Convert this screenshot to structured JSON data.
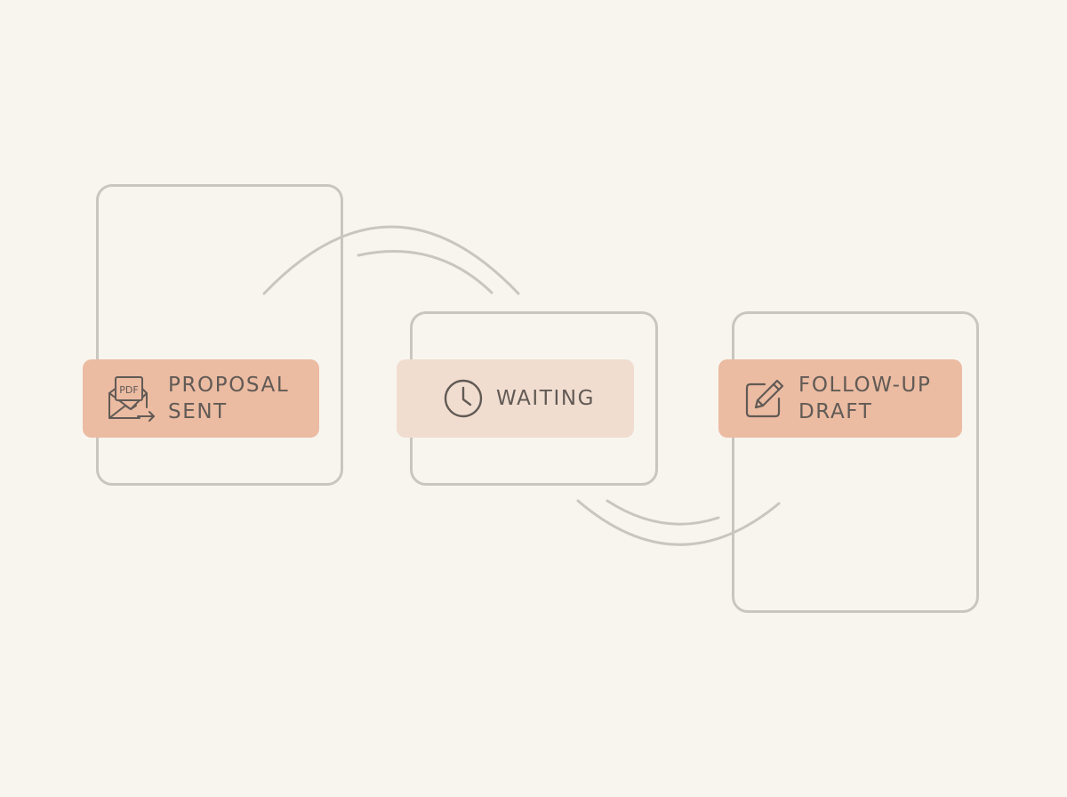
{
  "steps": [
    {
      "label_line1": "PROPOSAL",
      "label_line2": "SENT",
      "icon": "pdf-envelope-send-icon",
      "pdf_text": "PDF"
    },
    {
      "label_line1": "WAITING",
      "icon": "clock-icon"
    },
    {
      "label_line1": "FOLLOW-UP",
      "label_line2": "DRAFT",
      "icon": "edit-pencil-icon"
    }
  ],
  "colors": {
    "background": "#f8f5ef",
    "frame": "#c9c5bf",
    "card_active": "#ebbba2",
    "card_pending": "#f1ddd0",
    "text": "#615a55"
  }
}
